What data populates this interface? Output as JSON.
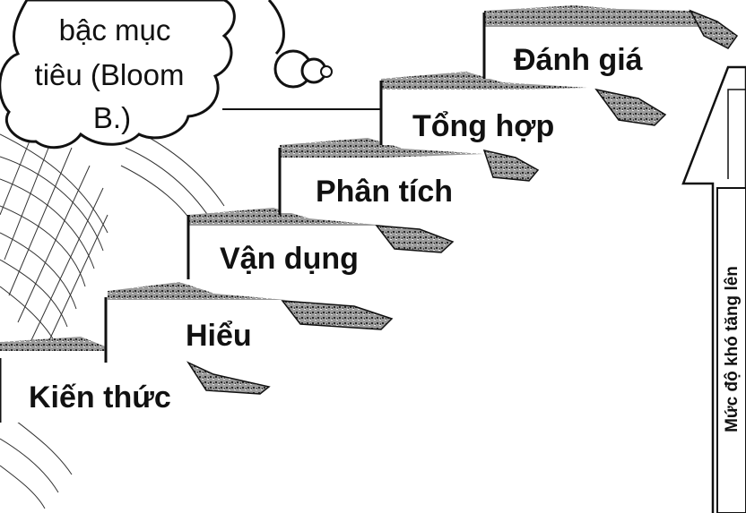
{
  "cloud": {
    "lines": [
      "bậc mục",
      "tiêu (Bloom",
      "B.)"
    ]
  },
  "steps": [
    {
      "label": "Kiến thức"
    },
    {
      "label": "Hiểu"
    },
    {
      "label": "Vận dụng"
    },
    {
      "label": "Phân tích"
    },
    {
      "label": "Tổng hợp"
    },
    {
      "label": "Đánh giá"
    }
  ],
  "arrow": {
    "label": "Mức độ khó tăng lên"
  }
}
